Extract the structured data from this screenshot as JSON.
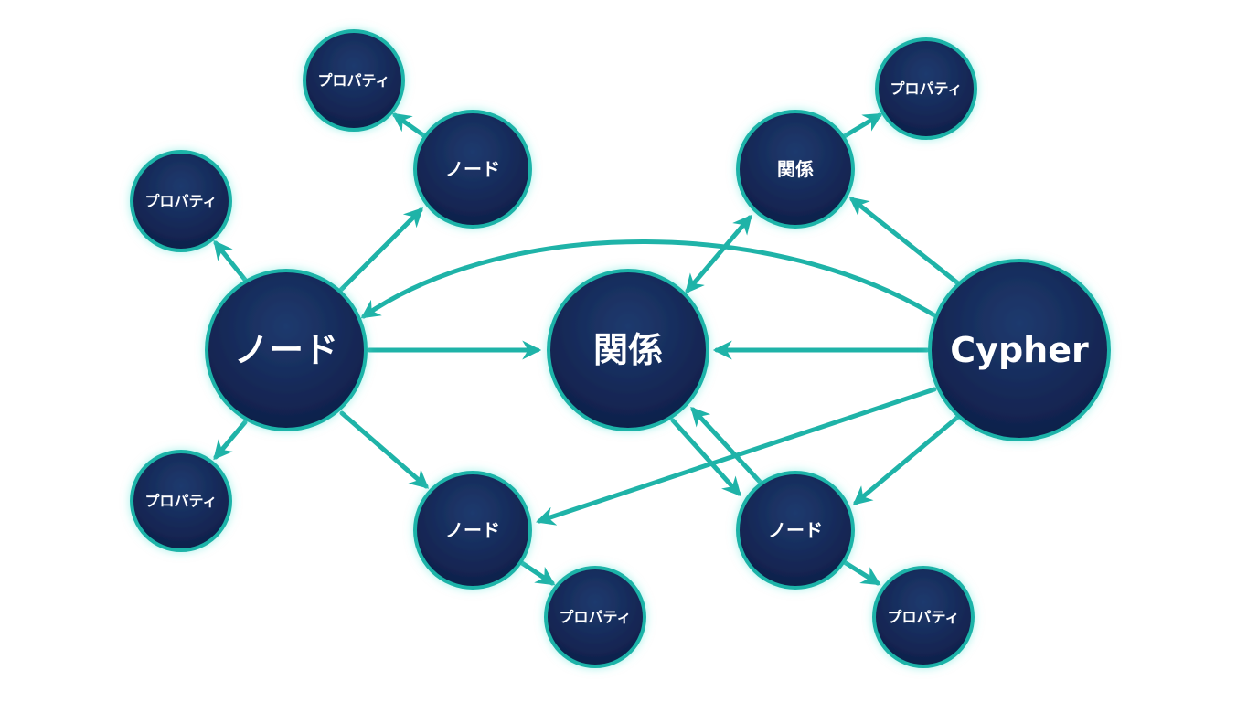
{
  "colors": {
    "node_fill_top": "#1f3a6e",
    "node_fill_bottom": "#0f1f4a",
    "node_stroke": "#1fb3a8",
    "edge": "#1fb3a8",
    "glow": "#5fe6d8",
    "background": "#ffffff"
  },
  "nodes": {
    "main_node": "ノード",
    "center_relation": "関係",
    "cypher": "Cypher",
    "top_node": "ノード",
    "top_relation": "関係",
    "bottom_left_node": "ノード",
    "bottom_right_node": "ノード",
    "prop_top_left": "プロパティ",
    "prop_left": "プロパティ",
    "prop_bottom_left": "プロパティ",
    "prop_top_right": "プロパティ",
    "prop_bottom_mid": "プロパティ",
    "prop_bottom_right": "プロパティ"
  }
}
